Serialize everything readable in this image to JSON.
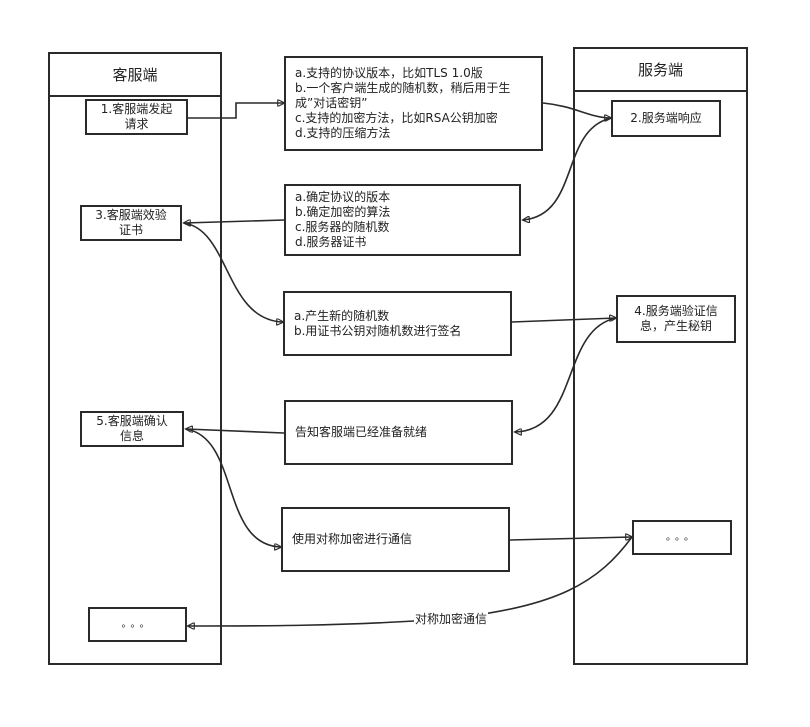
{
  "lanes": {
    "client": {
      "title": "客服端"
    },
    "server": {
      "title": "服务端"
    }
  },
  "steps": {
    "client_1": [
      "1.客服端发起",
      "请求"
    ],
    "server_2": [
      "2.服务端响应"
    ],
    "client_3": [
      "3.客服端效验",
      "证书"
    ],
    "server_4": [
      "4.服务端验证信",
      "息，产生秘钥"
    ],
    "client_5": [
      "5.客服端确认",
      "信息"
    ],
    "server_6": [
      "。。。"
    ],
    "client_7": [
      "。。。"
    ]
  },
  "messages": {
    "client_hello": [
      "a.支持的协议版本，比如TLS 1.0版",
      "b.一个客户端生成的随机数，稍后用于生",
      "成”对话密钥”",
      "c.支持的加密方法，比如RSA公钥加密",
      "d.支持的压缩方法"
    ],
    "server_hello": [
      "a.确定协议的版本",
      "b.确定加密的算法",
      "c.服务器的随机数",
      "d.服务器证书"
    ],
    "client_key": [
      "a.产生新的随机数",
      "b.用证书公钥对随机数进行签名"
    ],
    "server_ready": [
      "告知客服端已经准备就绪"
    ],
    "symmetric": [
      "使用对称加密进行通信"
    ]
  },
  "edge_labels": {
    "symmetric_reply": "对称加密通信"
  }
}
